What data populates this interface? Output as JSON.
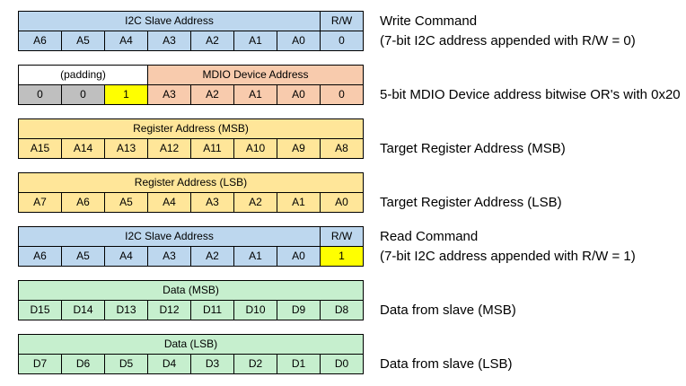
{
  "colors": {
    "blue": "#BDD7EE",
    "orange": "#F8CBAD",
    "gold": "#FFE699",
    "green": "#C6EFCE",
    "gray": "#BFBFBF",
    "yellow": "#FFFF00",
    "white": "#FFFFFF",
    "border": "#000000"
  },
  "tables": [
    {
      "id": "i2c-write-address",
      "header": [
        {
          "label": "I2C Slave Address",
          "span": 7,
          "color": "blue"
        },
        {
          "label": "R/W",
          "span": 1,
          "color": "blue"
        }
      ],
      "cells": [
        {
          "label": "A6",
          "color": "blue"
        },
        {
          "label": "A5",
          "color": "blue"
        },
        {
          "label": "A4",
          "color": "blue"
        },
        {
          "label": "A3",
          "color": "blue"
        },
        {
          "label": "A2",
          "color": "blue"
        },
        {
          "label": "A1",
          "color": "blue"
        },
        {
          "label": "A0",
          "color": "blue"
        },
        {
          "label": "0",
          "color": "blue"
        }
      ],
      "label_lines": [
        "Write Command",
        "(7-bit I2C address appended with R/W = 0)"
      ]
    },
    {
      "id": "mdio-device-address",
      "header": [
        {
          "label": "(padding)",
          "span": 3,
          "color": "white"
        },
        {
          "label": "MDIO Device Address",
          "span": 5,
          "color": "orange"
        }
      ],
      "cells": [
        {
          "label": "0",
          "color": "gray"
        },
        {
          "label": "0",
          "color": "gray"
        },
        {
          "label": "1",
          "color": "yellow"
        },
        {
          "label": "A3",
          "color": "orange"
        },
        {
          "label": "A2",
          "color": "orange"
        },
        {
          "label": "A1",
          "color": "orange"
        },
        {
          "label": "A0",
          "color": "orange"
        },
        {
          "label": "0",
          "color": "orange"
        }
      ],
      "label_lines": [
        "5-bit MDIO Device address bitwise OR's with 0x20"
      ]
    },
    {
      "id": "register-address-msb",
      "header": [
        {
          "label": "Register Address (MSB)",
          "span": 8,
          "color": "gold"
        }
      ],
      "cells": [
        {
          "label": "A15",
          "color": "gold"
        },
        {
          "label": "A14",
          "color": "gold"
        },
        {
          "label": "A13",
          "color": "gold"
        },
        {
          "label": "A12",
          "color": "gold"
        },
        {
          "label": "A11",
          "color": "gold"
        },
        {
          "label": "A10",
          "color": "gold"
        },
        {
          "label": "A9",
          "color": "gold"
        },
        {
          "label": "A8",
          "color": "gold"
        }
      ],
      "label_lines": [
        "Target Register Address (MSB)"
      ]
    },
    {
      "id": "register-address-lsb",
      "header": [
        {
          "label": "Register Address (LSB)",
          "span": 8,
          "color": "gold"
        }
      ],
      "cells": [
        {
          "label": "A7",
          "color": "gold"
        },
        {
          "label": "A6",
          "color": "gold"
        },
        {
          "label": "A5",
          "color": "gold"
        },
        {
          "label": "A4",
          "color": "gold"
        },
        {
          "label": "A3",
          "color": "gold"
        },
        {
          "label": "A2",
          "color": "gold"
        },
        {
          "label": "A1",
          "color": "gold"
        },
        {
          "label": "A0",
          "color": "gold"
        }
      ],
      "label_lines": [
        "Target Register Address (LSB)"
      ]
    },
    {
      "id": "i2c-read-address",
      "header": [
        {
          "label": "I2C Slave Address",
          "span": 7,
          "color": "blue"
        },
        {
          "label": "R/W",
          "span": 1,
          "color": "blue"
        }
      ],
      "cells": [
        {
          "label": "A6",
          "color": "blue"
        },
        {
          "label": "A5",
          "color": "blue"
        },
        {
          "label": "A4",
          "color": "blue"
        },
        {
          "label": "A3",
          "color": "blue"
        },
        {
          "label": "A2",
          "color": "blue"
        },
        {
          "label": "A1",
          "color": "blue"
        },
        {
          "label": "A0",
          "color": "blue"
        },
        {
          "label": "1",
          "color": "yellow"
        }
      ],
      "label_lines": [
        "Read Command",
        "(7-bit I2C address appended with R/W = 1)"
      ]
    },
    {
      "id": "data-msb",
      "header": [
        {
          "label": "Data (MSB)",
          "span": 8,
          "color": "green"
        }
      ],
      "cells": [
        {
          "label": "D15",
          "color": "green"
        },
        {
          "label": "D14",
          "color": "green"
        },
        {
          "label": "D13",
          "color": "green"
        },
        {
          "label": "D12",
          "color": "green"
        },
        {
          "label": "D11",
          "color": "green"
        },
        {
          "label": "D10",
          "color": "green"
        },
        {
          "label": "D9",
          "color": "green"
        },
        {
          "label": "D8",
          "color": "green"
        }
      ],
      "label_lines": [
        "Data from slave (MSB)"
      ]
    },
    {
      "id": "data-lsb",
      "header": [
        {
          "label": "Data (LSB)",
          "span": 8,
          "color": "green"
        }
      ],
      "cells": [
        {
          "label": "D7",
          "color": "green"
        },
        {
          "label": "D6",
          "color": "green"
        },
        {
          "label": "D5",
          "color": "green"
        },
        {
          "label": "D4",
          "color": "green"
        },
        {
          "label": "D3",
          "color": "green"
        },
        {
          "label": "D2",
          "color": "green"
        },
        {
          "label": "D1",
          "color": "green"
        },
        {
          "label": "D0",
          "color": "green"
        }
      ],
      "label_lines": [
        "Data from slave (LSB)"
      ]
    }
  ]
}
